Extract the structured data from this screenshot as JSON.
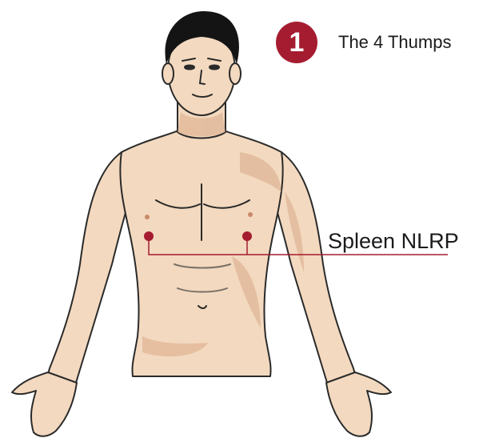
{
  "header": {
    "step_number": "1",
    "step_title": "The 4 Thumps"
  },
  "callout": {
    "label": "Spleen NLRP"
  },
  "colors": {
    "accent": "#a51c30",
    "skin": "#f3d9bf",
    "skin_shadow": "#d9a987",
    "outline": "#2a2a2a",
    "hair": "#141414"
  },
  "icons": {
    "step_badge": "numbered-circle-icon",
    "point_markers": "red-dot-icon"
  }
}
